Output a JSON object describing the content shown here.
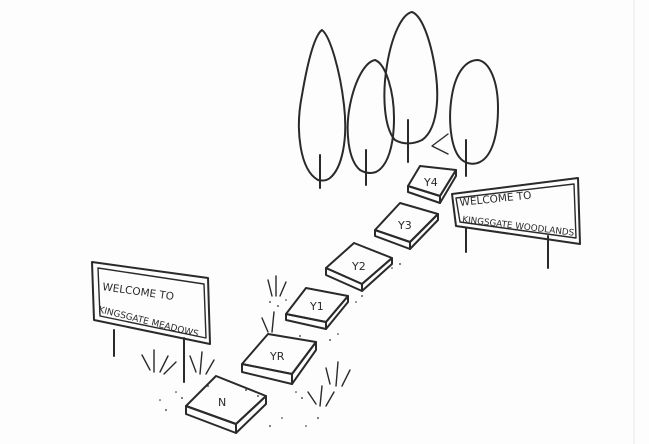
{
  "signs": {
    "meadows": {
      "line1": "WELCOME TO",
      "line2": "KINGSGATE MEADOWS"
    },
    "woodlands": {
      "line1": "WELCOME TO",
      "line2": "KINGSGATE WOODLANDS"
    }
  },
  "stones": [
    {
      "label": "N"
    },
    {
      "label": "YR"
    },
    {
      "label": "Y1"
    },
    {
      "label": "Y2"
    },
    {
      "label": "Y3"
    },
    {
      "label": "Y4"
    }
  ],
  "colors": {
    "ink": "#2a2a2a",
    "paper": "#fdfdfd",
    "stone_top": "#f4f4f4",
    "stone_side": "#e4e4e4"
  }
}
